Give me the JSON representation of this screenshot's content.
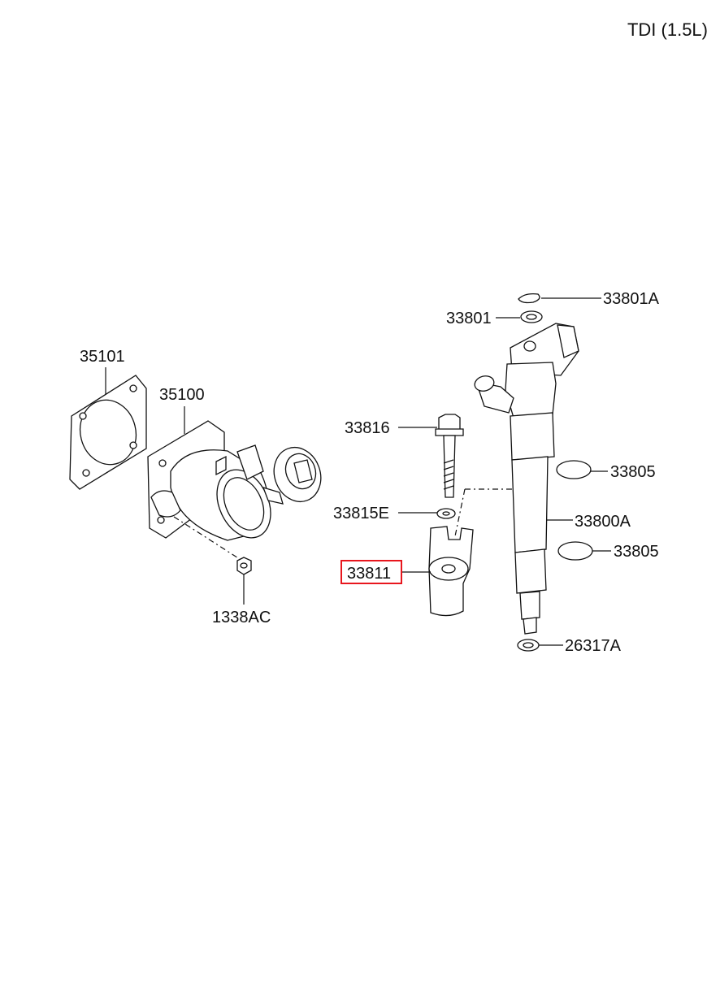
{
  "header": {
    "engine_label": "TDI (1.5L)"
  },
  "parts": [
    {
      "key": "p33801A",
      "code": "33801A",
      "highlighted": false
    },
    {
      "key": "p33801",
      "code": "33801",
      "highlighted": false
    },
    {
      "key": "p35101",
      "code": "35101",
      "highlighted": false
    },
    {
      "key": "p35100",
      "code": "35100",
      "highlighted": false
    },
    {
      "key": "p33816",
      "code": "33816",
      "highlighted": false
    },
    {
      "key": "p33805a",
      "code": "33805",
      "highlighted": false
    },
    {
      "key": "p33815E",
      "code": "33815E",
      "highlighted": false
    },
    {
      "key": "p33800A",
      "code": "33800A",
      "highlighted": false
    },
    {
      "key": "p33805b",
      "code": "33805",
      "highlighted": false
    },
    {
      "key": "p33811",
      "code": "33811",
      "highlighted": true
    },
    {
      "key": "p1338AC",
      "code": "1338AC",
      "highlighted": false
    },
    {
      "key": "p26317A",
      "code": "26317A",
      "highlighted": false
    }
  ],
  "colors": {
    "highlight": "#e8161d",
    "ink": "#111111"
  }
}
